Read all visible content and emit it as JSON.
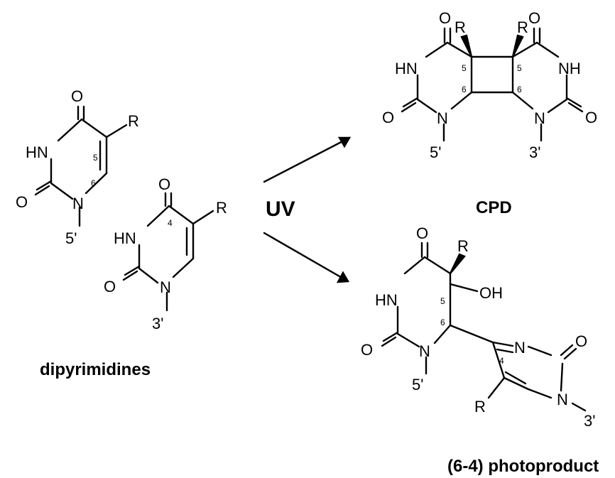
{
  "labels": {
    "uv": "UV",
    "dipyrimidines": "dipyrimidines",
    "cpd": "CPD",
    "photoproduct": "(6-4) photoproduct"
  },
  "atoms": {
    "O": "O",
    "HN": "HN",
    "NH": "NH",
    "N": "N",
    "R": "R",
    "OH": "OH",
    "five_prime": "5'",
    "three_prime": "3'"
  },
  "positions": {
    "p4": "4",
    "p5": "5",
    "p6": "6"
  }
}
